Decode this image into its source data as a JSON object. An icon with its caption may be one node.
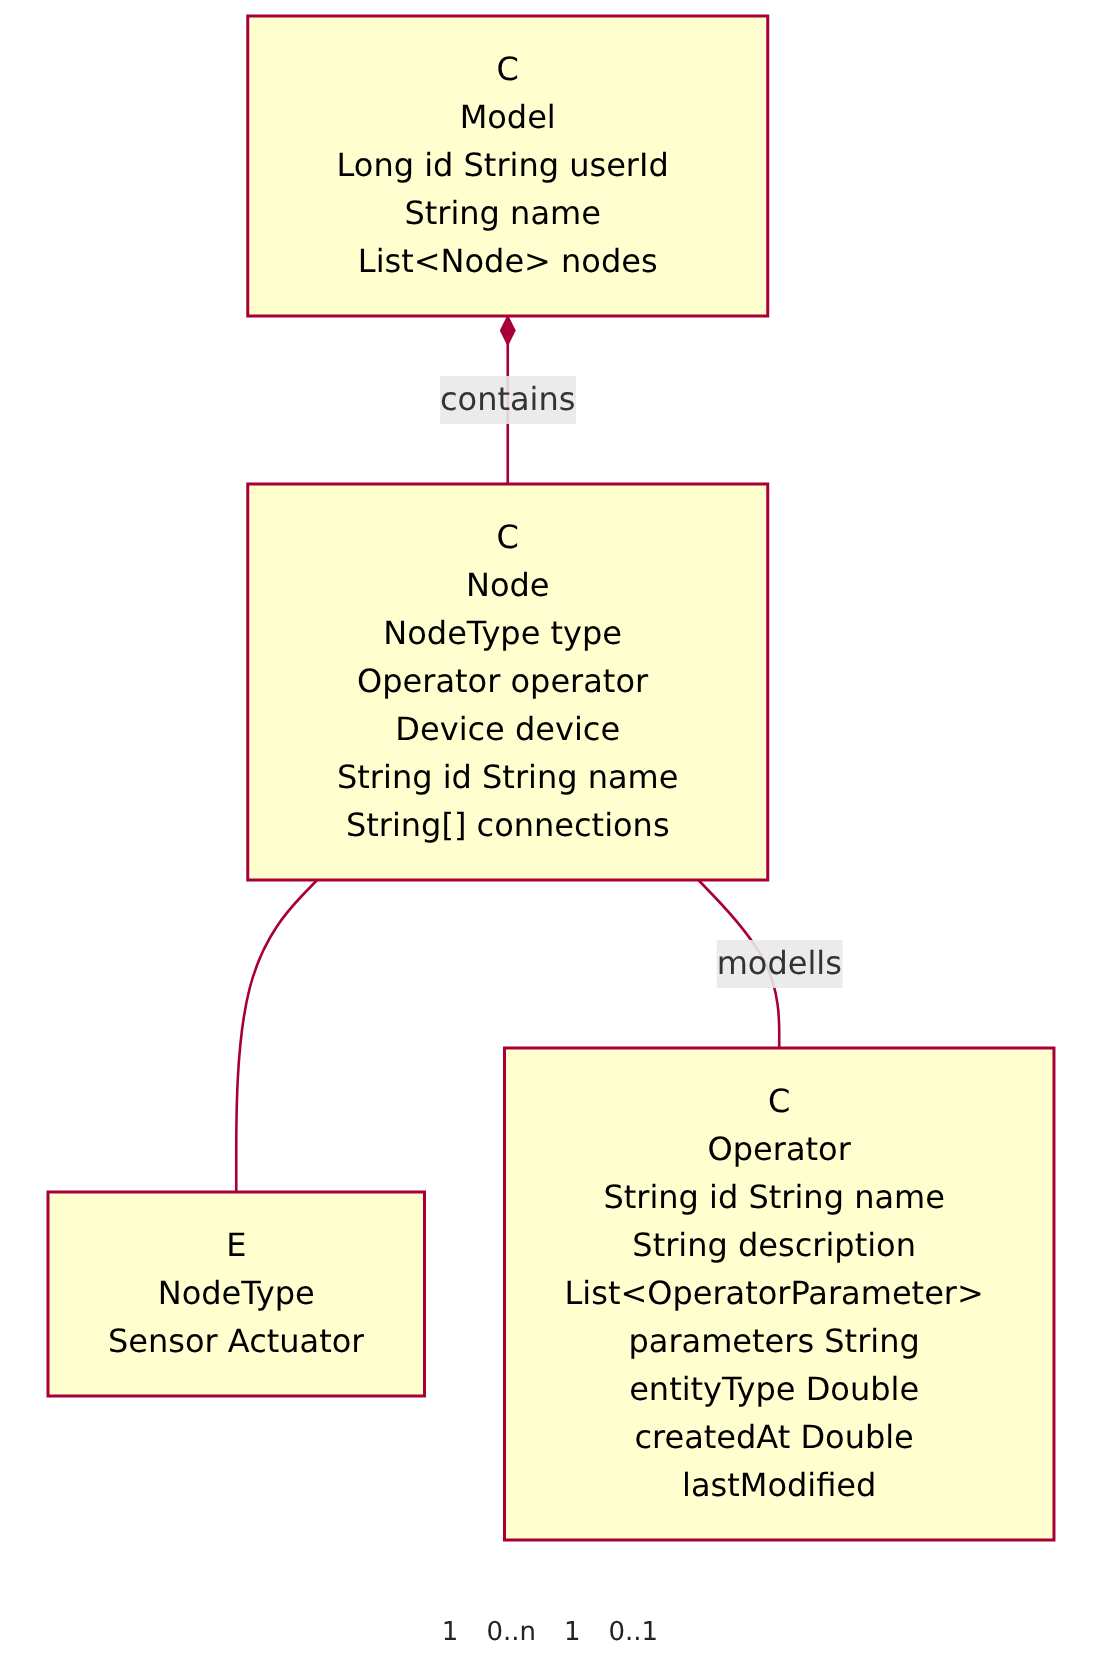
{
  "diagram": {
    "nodes": [
      {
        "text": [
          "C",
          "Model",
          "Long id String userId String name List<Node> nodes"
        ]
      },
      {
        "text": [
          "C",
          "Node",
          "NodeType type Operator operator Device device",
          "String id String name",
          "String[] connections"
        ]
      },
      {
        "text": [
          "E",
          "NodeType",
          "Sensor Actuator"
        ]
      },
      {
        "text": [
          "C",
          "Operator",
          "String id String name String description List<OperatorParameter> parameters String entityType Double createdAt Double lastModified"
        ]
      }
    ],
    "edges": [
      {
        "from": 0,
        "to": 1,
        "arrow": "other",
        "label": "contains"
      },
      {
        "from": 1,
        "to": 2,
        "arrow": "none"
      },
      {
        "from": 1,
        "to": 3,
        "arrow": "none",
        "label": "modells"
      }
    ],
    "labels": [
      "1",
      "0..n",
      "1",
      "0..1"
    ]
  }
}
